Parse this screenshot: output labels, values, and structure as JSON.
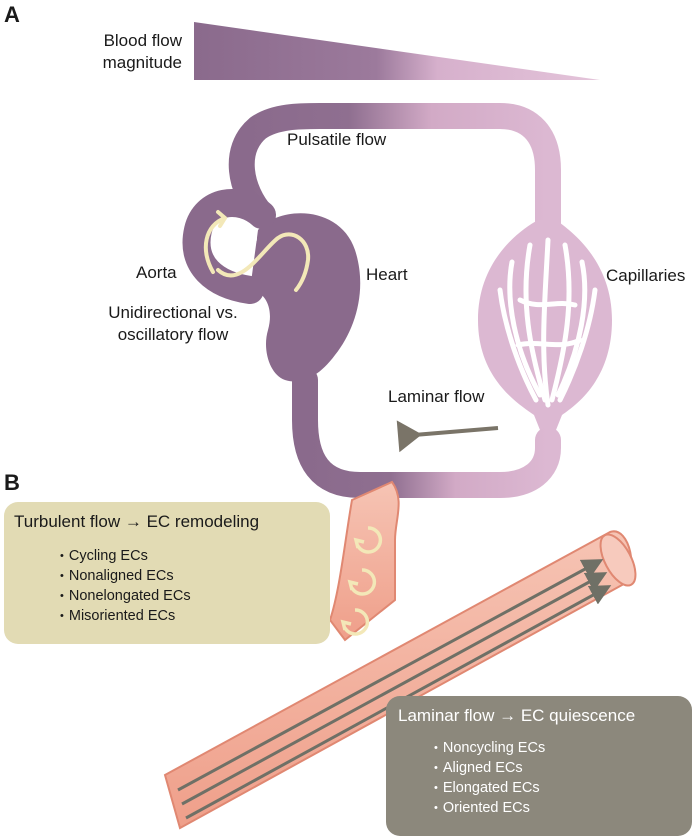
{
  "panel_a": {
    "letter": "A",
    "gradient_label_line1": "Blood flow",
    "gradient_label_line2": "magnitude",
    "pulsatile_label": "Pulsatile flow",
    "aorta_label": "Aorta",
    "heart_label": "Heart",
    "capillaries_label": "Capillaries",
    "oscillatory_line1": "Unidirectional vs.",
    "oscillatory_line2": "oscillatory flow",
    "laminar_label": "Laminar flow",
    "colors": {
      "dark": "#8a6a8c",
      "light": "#dcb8d2",
      "arrow": "#f3e8b8",
      "laminar_arrow": "#7a7468"
    }
  },
  "panel_b": {
    "letter": "B",
    "turbulent_box": {
      "title": "Turbulent flow → EC remodeling",
      "items": [
        "Cycling ECs",
        "Nonaligned ECs",
        "Nonelongated ECs",
        "Misoriented ECs"
      ],
      "color": "#e2dbb4"
    },
    "laminar_box": {
      "title": "Laminar flow → EC quiescence",
      "items": [
        "Noncycling ECs",
        "Aligned ECs",
        "Elongated ECs",
        "Oriented ECs"
      ],
      "color": "#8c887c"
    },
    "colors": {
      "vessel": "#f2b6a4",
      "vessel_edge": "#e08872",
      "streamline": "#6f7066"
    }
  }
}
